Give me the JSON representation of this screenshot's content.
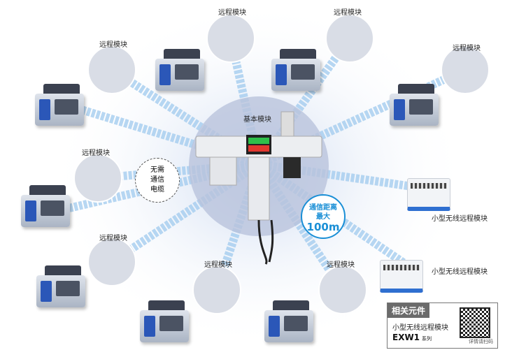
{
  "labels": {
    "remote_module": "远程模块",
    "base_module": "基本模块",
    "small_wireless_module": "小型无线远程模块"
  },
  "callouts": {
    "no_cable": [
      "无需",
      "通信",
      "电缆"
    ],
    "distance": [
      "通信距离",
      "最大",
      "100m"
    ]
  },
  "related_panel": {
    "header": "相关元件",
    "product_name": "小型无线远程模块",
    "model": "EXW1",
    "series": "系列",
    "scan_text": "详情请扫码"
  },
  "colors": {
    "accent": "#1a8fd6",
    "beam": "#9fc9ee",
    "hub": "#b9c3dc",
    "panel_header": "#6b6b6b"
  }
}
